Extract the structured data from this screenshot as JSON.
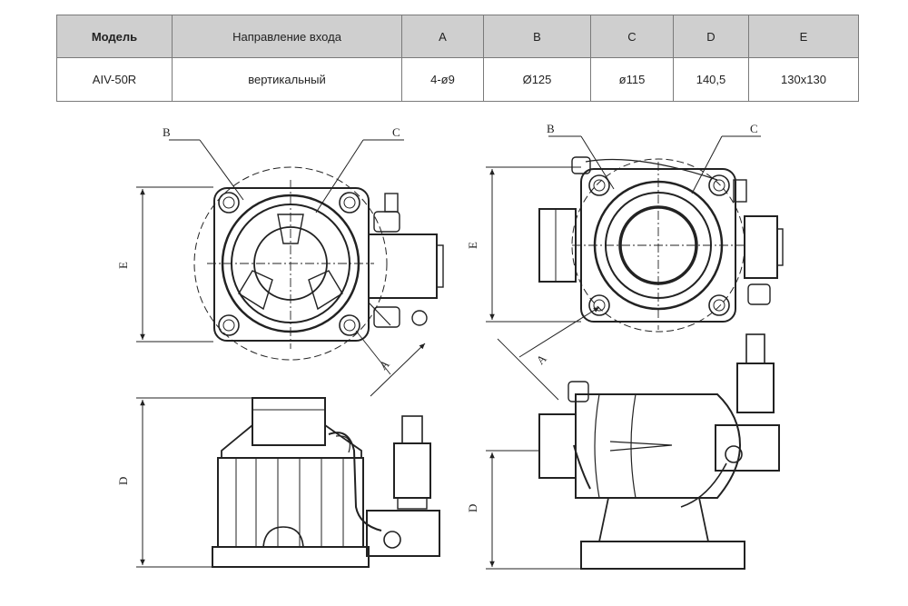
{
  "table": {
    "headers": [
      "Модель",
      "Направление входа",
      "A",
      "B",
      "C",
      "D",
      "E"
    ],
    "row": [
      "AIV-50R",
      "вертикальный",
      "4-ø9",
      "Ø125",
      "ø115",
      "140,5",
      "130x130"
    ]
  },
  "drawing": {
    "labels": {
      "b": "B",
      "c": "C",
      "e": "E",
      "a": "A",
      "d": "D"
    }
  }
}
